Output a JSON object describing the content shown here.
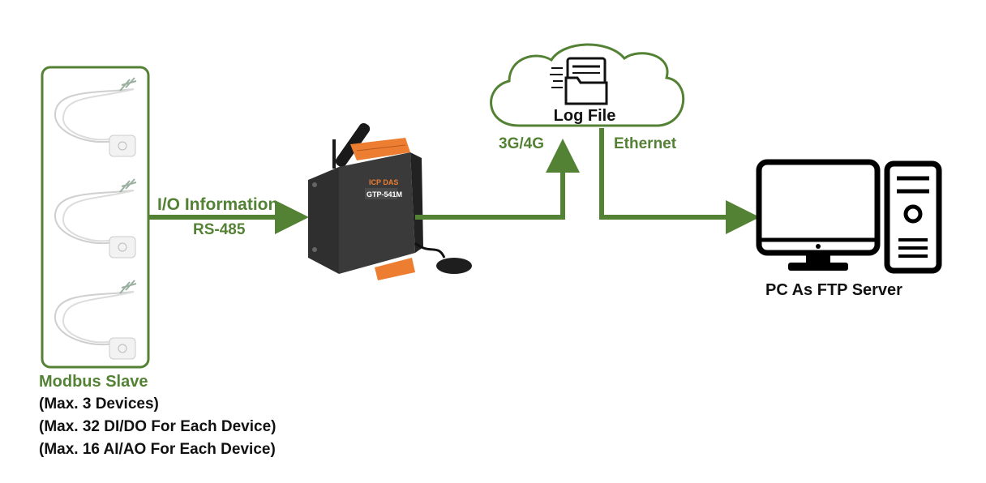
{
  "colors": {
    "accent_green": "#548235",
    "line_green": "#548235",
    "text_black": "#111111",
    "device_orange": "#ed7d31",
    "device_body": "#2b2b2b"
  },
  "icons": [
    "sensor-icon",
    "gateway-device-icon",
    "cloud-icon",
    "folder-document-icon",
    "desktop-pc-icon"
  ],
  "link_left": {
    "top_label": "I/O Information",
    "bottom_label": "RS-485"
  },
  "link_up": {
    "label": "3G/4G"
  },
  "link_right": {
    "label": "Ethernet"
  },
  "cloud": {
    "label": "Log File"
  },
  "device": {
    "brand_text": "ICP DAS",
    "model_text": "GTP-541M"
  },
  "pc": {
    "label": "PC As FTP Server"
  },
  "slave": {
    "title": "Modbus Slave",
    "notes": [
      "(Max. 3 Devices)",
      "(Max. 32 DI/DO For Each Device)",
      "(Max. 16 AI/AO For Each Device)"
    ]
  }
}
